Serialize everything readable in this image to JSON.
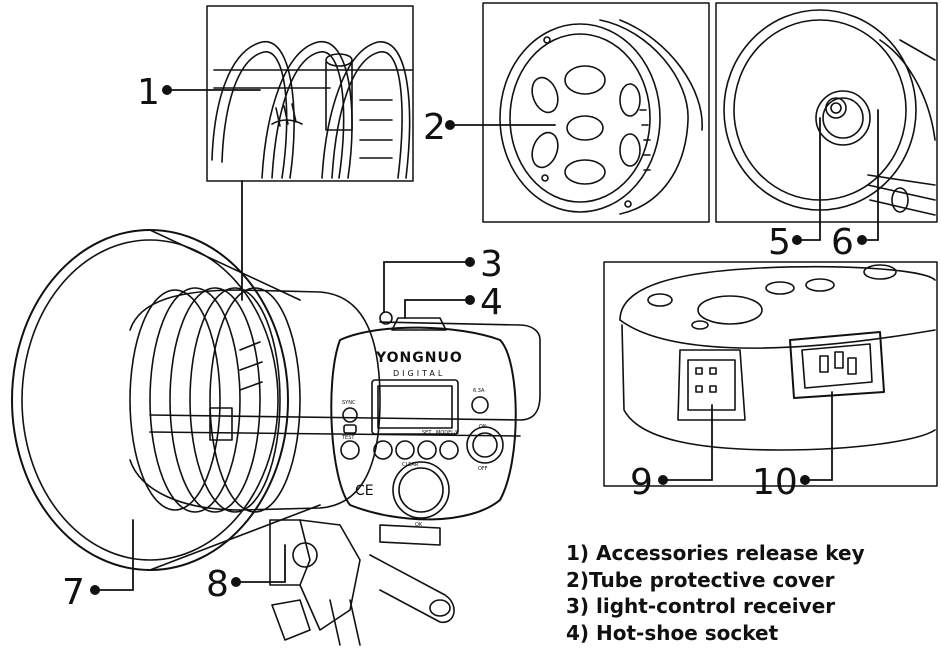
{
  "diagram": {
    "brand_main": "YONGNUO",
    "brand_sub": "DIGITAL",
    "callouts": [
      "1",
      "2",
      "3",
      "4",
      "5",
      "6",
      "7",
      "8",
      "9",
      "10"
    ],
    "legend": [
      "1) Accessories release key",
      "2)Tube protective cover",
      "3) light-control receiver",
      "4) Hot-shoe socket"
    ],
    "panel_labels": {
      "sync": "SYNC",
      "test": "TEST",
      "modeling": "MODEL/C",
      "set": "SET",
      "clear": "CLEAR",
      "on": "ON",
      "off": "OFF",
      "ok": "OK",
      "ce": "CE",
      "fuse": "6.3A"
    }
  }
}
